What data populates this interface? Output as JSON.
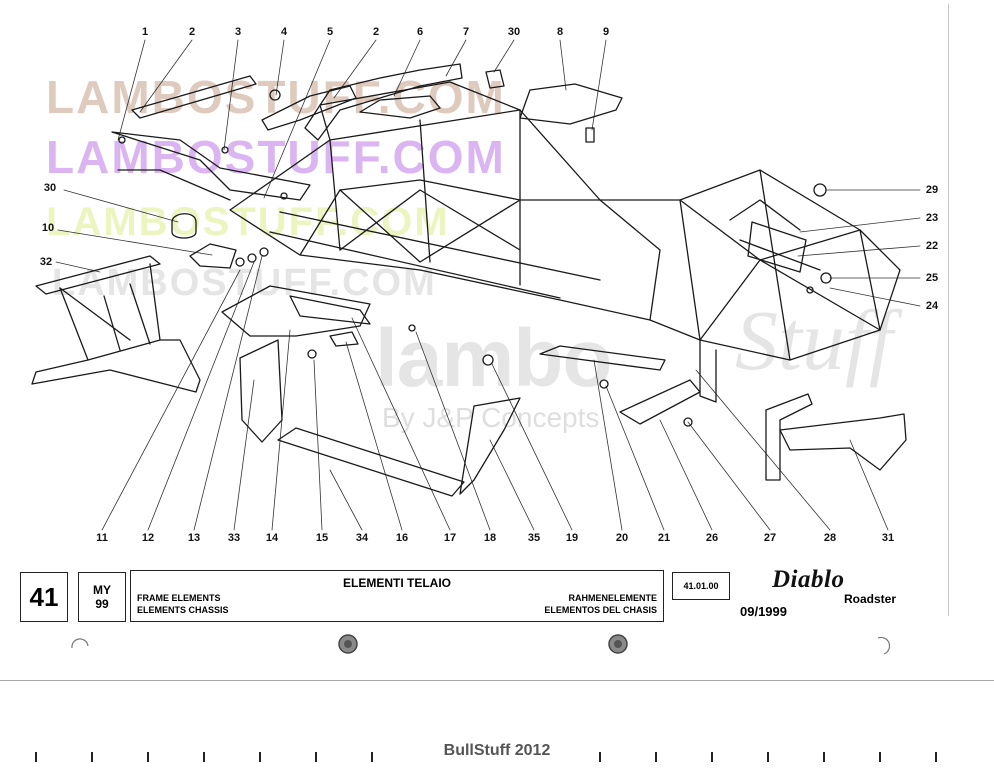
{
  "watermarks": {
    "line1": "LAMBOSTUFF.COM",
    "line2": "LAMBOSTUFF.COM",
    "line3": "LAMBOSTUFF.COM",
    "line4": "LAMBOSTUFF.COM",
    "big": "lambo",
    "script": "Stuff",
    "sub": "By J&P Concepts"
  },
  "callouts": {
    "c1": "1",
    "c2a": "2",
    "c3": "3",
    "c4": "4",
    "c5": "5",
    "c2b": "2",
    "c6": "6",
    "c7": "7",
    "c30a": "30",
    "c8": "8",
    "c9": "9",
    "c30b": "30",
    "c10": "10",
    "c32": "32",
    "c29": "29",
    "c23": "23",
    "c22": "22",
    "c25": "25",
    "c24": "24",
    "c11": "11",
    "c12": "12",
    "c13": "13",
    "c33": "33",
    "c14": "14",
    "c15": "15",
    "c34": "34",
    "c16": "16",
    "c17": "17",
    "c18": "18",
    "c35": "35",
    "c19": "19",
    "c20": "20",
    "c21": "21",
    "c26": "26",
    "c27": "27",
    "c28": "28",
    "c31": "31"
  },
  "title_block": {
    "page_number": "41",
    "my_label": "MY",
    "my_value": "99",
    "title": "ELEMENTI TELAIO",
    "left_line1": "FRAME ELEMENTS",
    "left_line2": "ELEMENTS CHASSIS",
    "right_line1": "RAHMENELEMENTE",
    "right_line2": "ELEMENTOS DEL CHASIS",
    "code": "41.01.00",
    "model": "Diablo",
    "variant": "Roadster",
    "date": "09/1999"
  },
  "footer": {
    "credit": "BullStuff 2012"
  }
}
